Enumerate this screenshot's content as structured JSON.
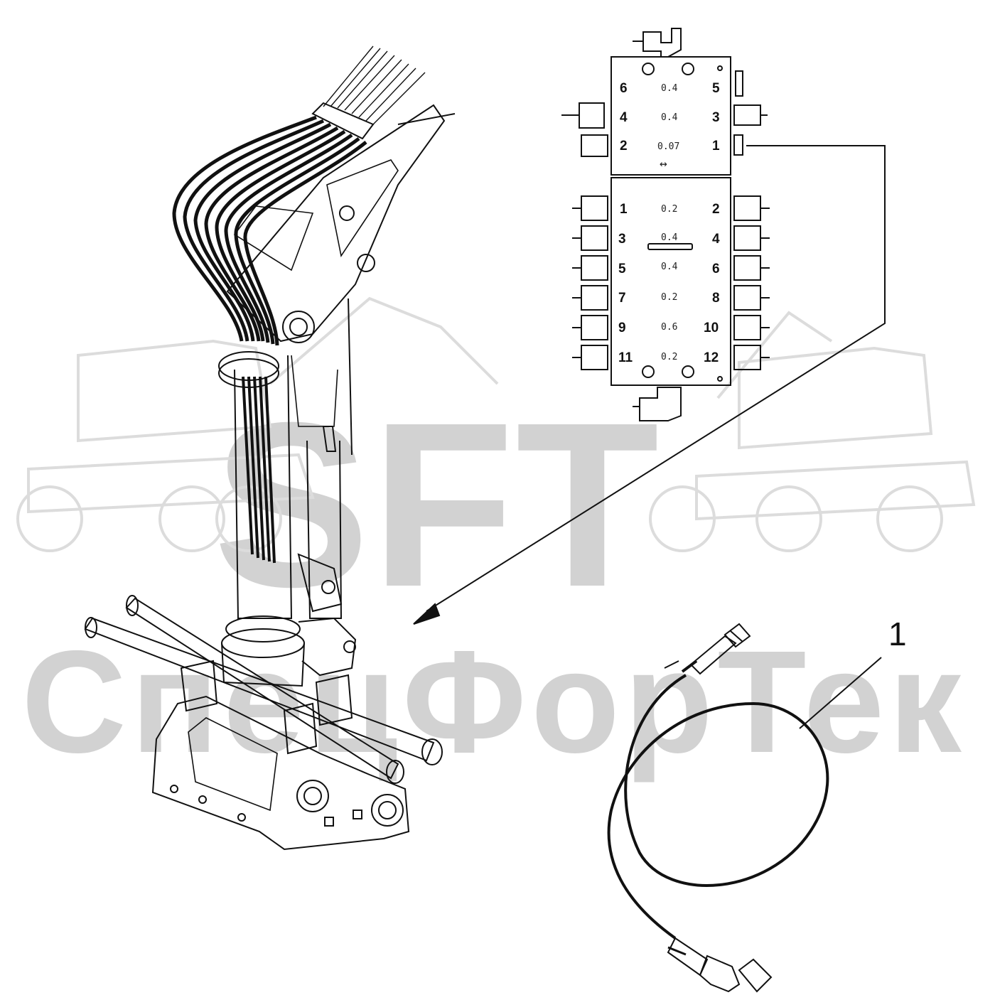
{
  "watermark": {
    "brand": "SFT",
    "company": "СпецФорТек"
  },
  "block_upper": {
    "ports": [
      {
        "left": "6",
        "value": "0.4",
        "right": "5"
      },
      {
        "left": "4",
        "value": "0.4",
        "right": "3"
      },
      {
        "left": "2",
        "value": "0.07",
        "right": "1"
      }
    ],
    "arrow": "↔"
  },
  "block_lower": {
    "ports": [
      {
        "left": "1",
        "value": "0.2",
        "right": "2"
      },
      {
        "left": "3",
        "value": "0.4",
        "right": "4"
      },
      {
        "left": "5",
        "value": "0.4",
        "right": "6"
      },
      {
        "left": "7",
        "value": "0.2",
        "right": "8"
      },
      {
        "left": "9",
        "value": "0.6",
        "right": "10"
      },
      {
        "left": "11",
        "value": "0.2",
        "right": "12"
      }
    ]
  },
  "callouts": [
    {
      "label": "1"
    }
  ],
  "colors": {
    "line": "#111111",
    "watermark": "#d2d2d2"
  }
}
